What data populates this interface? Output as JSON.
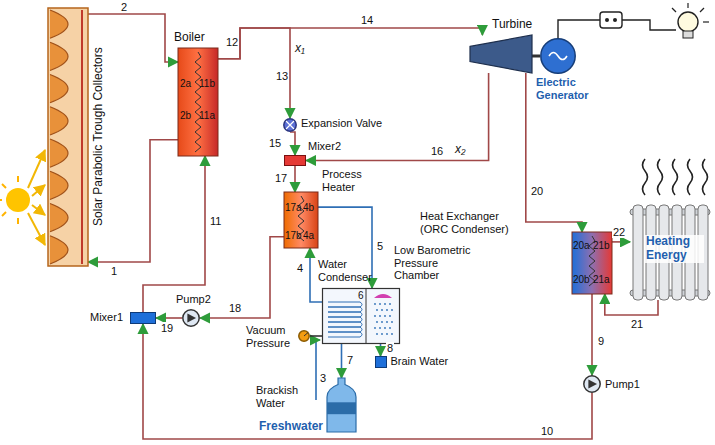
{
  "diagram": {
    "nodes": [
      {
        "text": [
          "Solar Parabolic Trough Collectors"
        ]
      },
      {
        "text": [
          "Boiler",
          "2a",
          "11b",
          "2b",
          "11a"
        ]
      },
      {
        "text": [
          "Expansion Valve"
        ]
      },
      {
        "text": [
          "Mixer2"
        ]
      },
      {
        "text": [
          "Turbine"
        ]
      },
      {
        "text": [
          "Electric Generator"
        ]
      },
      {
        "text": [
          "Process Heater",
          "17a",
          "4b",
          "17b",
          "4a"
        ]
      },
      {
        "text": [
          "Water Condenser",
          "Low Barometric Pressure Chamber",
          "6"
        ]
      },
      {
        "text": [
          "Heat Exchanger (ORC Condenser)",
          "20a",
          "21b",
          "20b",
          "21a"
        ]
      },
      {
        "text": [
          "Heating Energy"
        ]
      },
      {
        "text": [
          "Pump1"
        ]
      },
      {
        "text": [
          "Pump2"
        ]
      },
      {
        "text": [
          "Mixer1"
        ]
      },
      {
        "text": [
          "Freshwater"
        ]
      },
      {
        "text": [
          "Vacuum Pressure"
        ]
      },
      {
        "text": [
          "Brain Water"
        ]
      }
    ],
    "edges": [
      {
        "from": 0,
        "to": 1,
        "label": "2",
        "arrow": "to"
      },
      {
        "from": 1,
        "to": 0,
        "label": "1",
        "arrow": "to"
      },
      {
        "from": 1,
        "to": 4,
        "label": "14",
        "arrow": "to"
      },
      {
        "from": 1,
        "to": 2,
        "label": "13",
        "arrow": "to"
      },
      {
        "from": 2,
        "to": 3,
        "label": "15",
        "arrow": "to"
      },
      {
        "from": 4,
        "to": 3,
        "label": "16",
        "arrow": "to"
      },
      {
        "from": 3,
        "to": 6,
        "label": "17",
        "arrow": "to"
      },
      {
        "from": 6,
        "to": 11,
        "label": "18",
        "arrow": "to"
      },
      {
        "from": 11,
        "to": 12,
        "label": "19",
        "arrow": "to"
      },
      {
        "from": 12,
        "to": 1,
        "label": "11",
        "arrow": "to"
      },
      {
        "from": 4,
        "to": 8,
        "label": "20",
        "arrow": "to"
      },
      {
        "from": 8,
        "to": 10,
        "label": "9",
        "arrow": "to"
      },
      {
        "from": 10,
        "to": 12,
        "label": "10",
        "arrow": "to"
      },
      {
        "from": 4,
        "to": 5,
        "arrow": "none"
      },
      {
        "from": 6,
        "to": 7,
        "label": "5",
        "arrow": "to"
      },
      {
        "from": 7,
        "to": 6,
        "label": "4",
        "arrow": "to"
      },
      {
        "from": 7,
        "to": 13,
        "label": "7",
        "arrow": "to"
      },
      {
        "from": 7,
        "to": 15,
        "label": "8",
        "arrow": "to"
      },
      {
        "from": 8,
        "to": 9,
        "label": "22",
        "arrow": "to"
      },
      {
        "from": 9,
        "to": 8,
        "label": "21",
        "arrow": "to"
      },
      {
        "from": 14,
        "to": 7,
        "arrow": "none"
      }
    ],
    "labels": [
      "12",
      "x₁",
      "x₂",
      "3",
      "Brackish Water"
    ]
  }
}
